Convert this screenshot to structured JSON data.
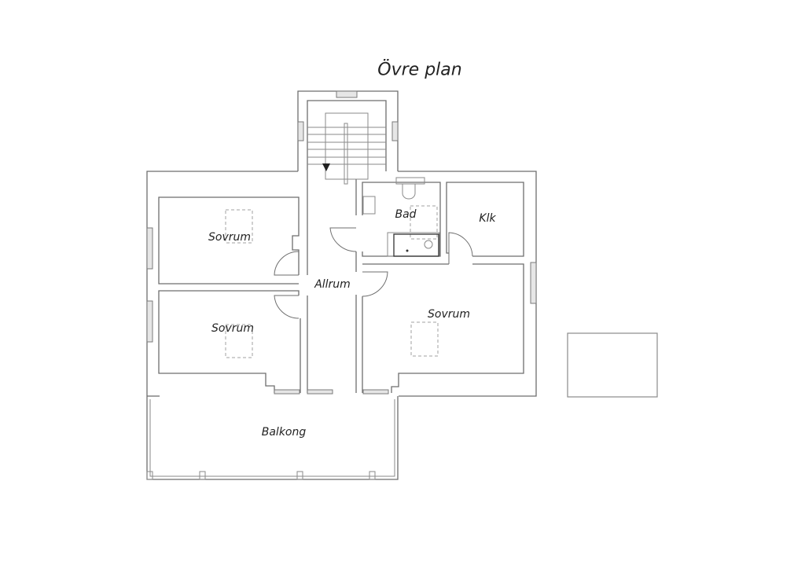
{
  "plan": {
    "title": "Övre plan",
    "rooms": {
      "sovrum_upper_left": "Sovrum",
      "sovrum_lower_left": "Sovrum",
      "sovrum_right": "Sovrum",
      "allrum": "Allrum",
      "bad": "Bad",
      "klk": "Klk",
      "balkong": "Balkong"
    },
    "colors": {
      "wall": "#6e6e6e",
      "window_fill": "#e6e6e6",
      "text": "#222222"
    }
  }
}
